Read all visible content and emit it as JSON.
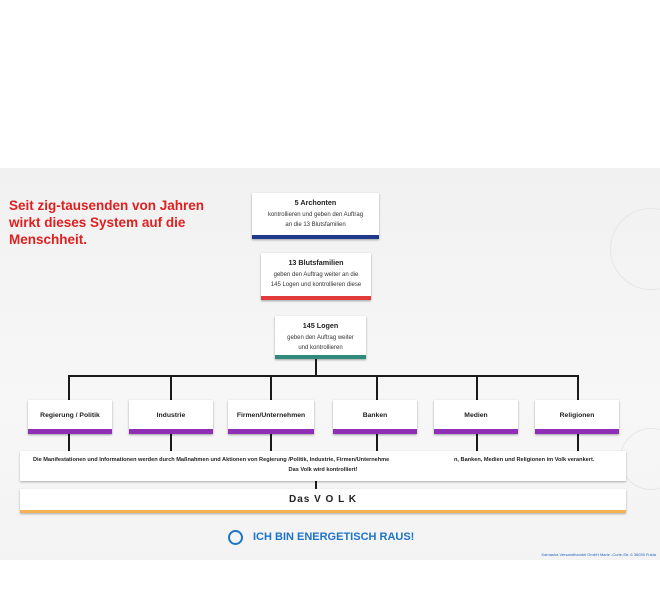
{
  "intro_text": "Seit zig-tausenden von Jahren wirkt dieses System auf die Menschheit.",
  "hierarchy": [
    {
      "title": "5 Archonten",
      "line1": "kontrollieren und geben den Auftrag",
      "line2": "an die 13 Blutsfamilien",
      "accent": "#1f3a8a"
    },
    {
      "title": "13 Blutsfamilien",
      "line1": "geben den Auftrag weiter an die",
      "line2": "145 Logen und kontrollieren diese",
      "accent": "#e03a3a"
    },
    {
      "title": "145 Logen",
      "line1": "geben den Auftrag weiter",
      "line2": "und kontrollieren",
      "accent": "#2f8a7a"
    }
  ],
  "categories": [
    {
      "label": "Regierung / Politik"
    },
    {
      "label": "Industrie"
    },
    {
      "label": "Firmen/Unternehmen"
    },
    {
      "label": "Banken"
    },
    {
      "label": "Medien"
    },
    {
      "label": "Religionen"
    }
  ],
  "category_accent": "#8e2fb6",
  "manifest": {
    "line1_left": "Die Manifestationen und Informationen werden durch Maßnahmen und Aktionen von Regierung /Politik, Industrie, Firmen/Unternehme",
    "line1_right": "n, Banken, Medien und Religionen im Volk verankert.",
    "line2": "Das Volk wird kontrolliert!"
  },
  "volk": {
    "label": "Das V O L K",
    "accent": "#f3b255"
  },
  "energy": {
    "label": "ICH BIN ENERGETISCH RAUS!",
    "color": "#1d74c9"
  },
  "credit": "Kamasha Versandhandel GmbH Marie -Curie-Str. 6 36039 Fulda"
}
